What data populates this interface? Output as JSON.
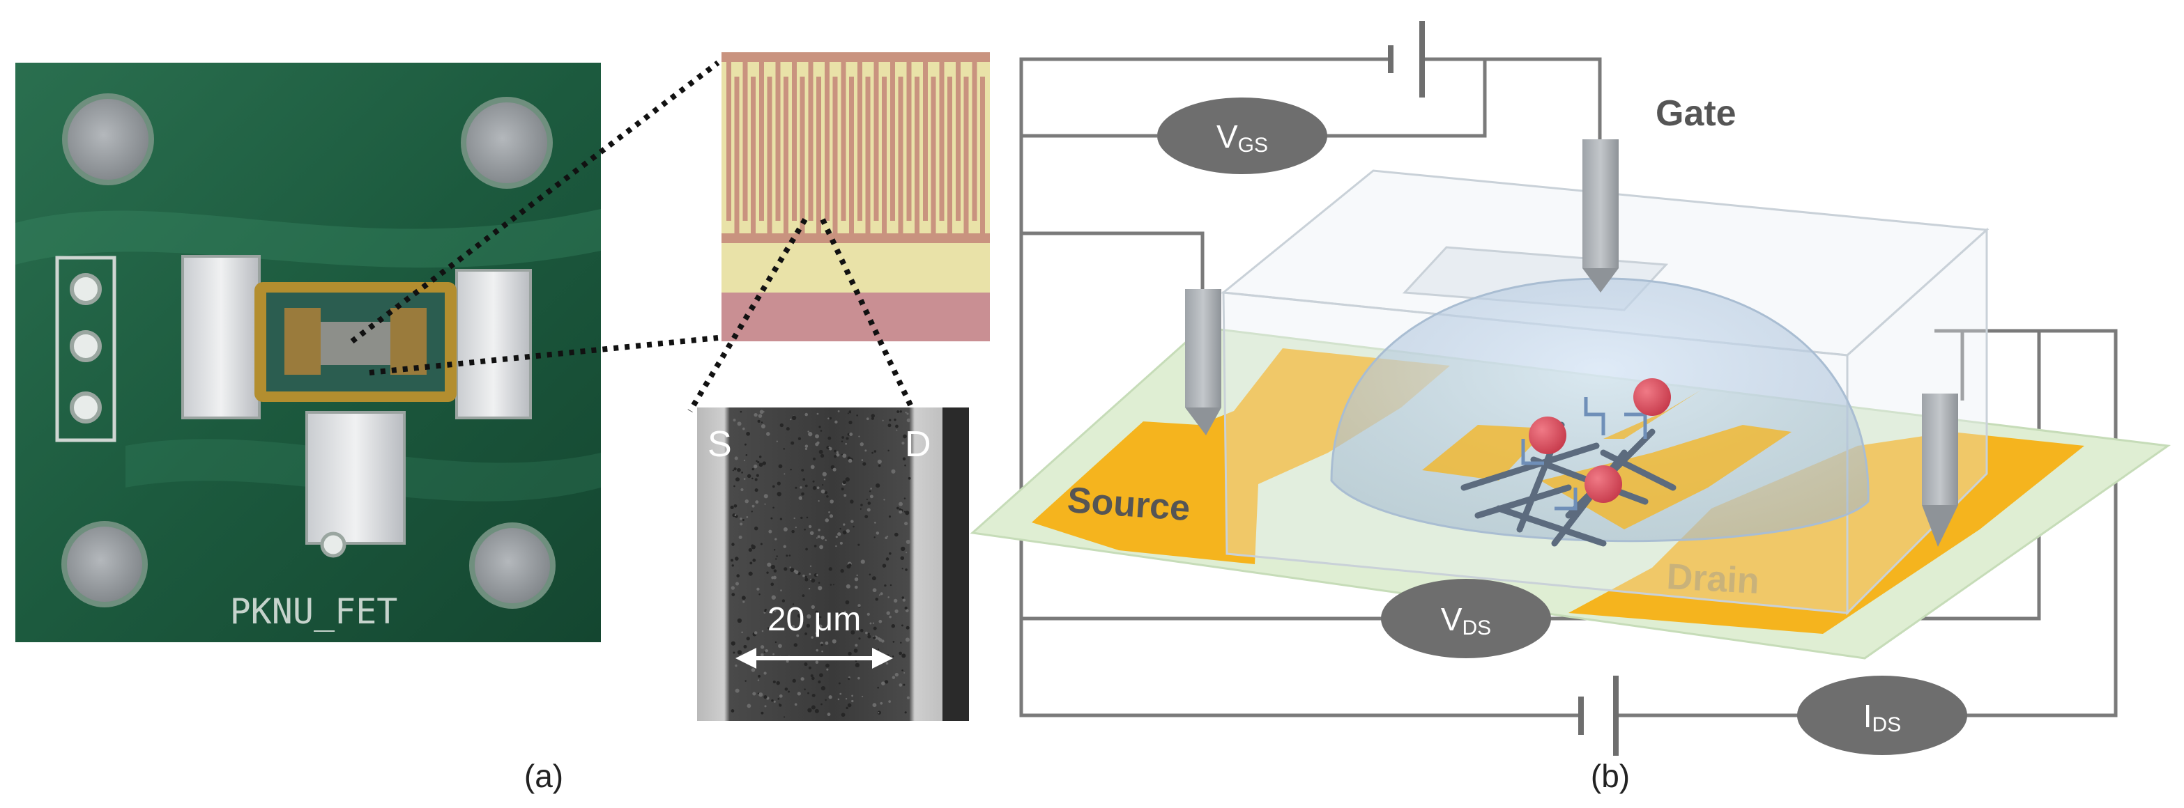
{
  "panel_a": {
    "caption": "(a)",
    "board_label": "PKNU_FET",
    "sem": {
      "source_letter": "S",
      "drain_letter": "D",
      "scale_bar": "20 μm"
    }
  },
  "panel_b": {
    "caption": "(b)",
    "gate_label": "Gate",
    "source_label": "Source",
    "drain_label": "Drain",
    "vgs": {
      "main": "V",
      "sub": "GS"
    },
    "vds": {
      "main": "V",
      "sub": "DS"
    },
    "ids": {
      "main": "I",
      "sub": "DS"
    }
  },
  "colors": {
    "pcb_green": "#1c5a3e",
    "electrode_gold": "#f5b41e",
    "meter_gray": "#6e6e6e",
    "wire_gray": "#7a7a7a"
  }
}
